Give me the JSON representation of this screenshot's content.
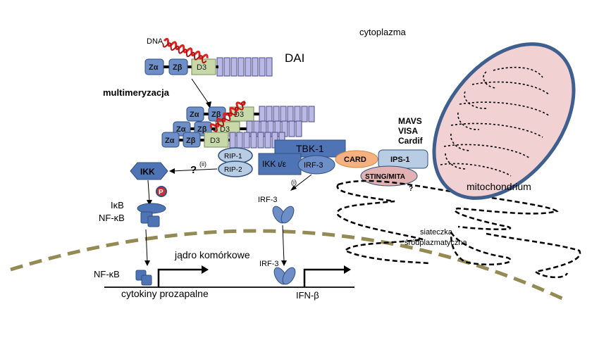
{
  "labels": {
    "dna": "DNA",
    "dai": "DAI",
    "cytoplasm": "cytoplazma",
    "multimerization": "multimeryzacja",
    "z_alpha": "Zα",
    "z_beta": "Zβ",
    "d3": "D3",
    "tbk1": "TBK-1",
    "ikk_ie": "IKK ɩ/ε",
    "irf3": "IRF-3",
    "card": "CARD",
    "ips1": "IPS-1",
    "sting": "STING/MITA",
    "mavs": "MAVS",
    "visa": "VISA",
    "cardif": "Cardif",
    "rip1": "RIP-1",
    "rip2": "RIP-2",
    "ikk": "IKK",
    "question": "?",
    "ii": "(ii)",
    "i": "(i)",
    "p": "P",
    "ikb": "IκB",
    "nfkb": "NF-κB",
    "mitochondrium": "mitochondrium",
    "er_line1": "siateczka",
    "er_line2": "śródplazmatyczna",
    "nucleus": "jądro komórkowe",
    "cytokines": "cytokiny prozapalne",
    "ifnb": "IFN-β"
  },
  "colors": {
    "protein_blue": "#6d8ec7",
    "protein_blue_dark": "#4f74b5",
    "protein_border": "#2f4f7f",
    "d3_green": "#c8d9a9",
    "dna_red": "#e0201f",
    "repeat_fill": "#b9b9e3",
    "card_orange": "#f6b180",
    "sting_pink": "#e2b2b2",
    "ips1_blue": "#b8cce4",
    "mito_fill": "#f1d1d1",
    "mito_border": "#3f5f8f",
    "membrane_dash": "#948a54",
    "phospho_red": "#d03030"
  }
}
